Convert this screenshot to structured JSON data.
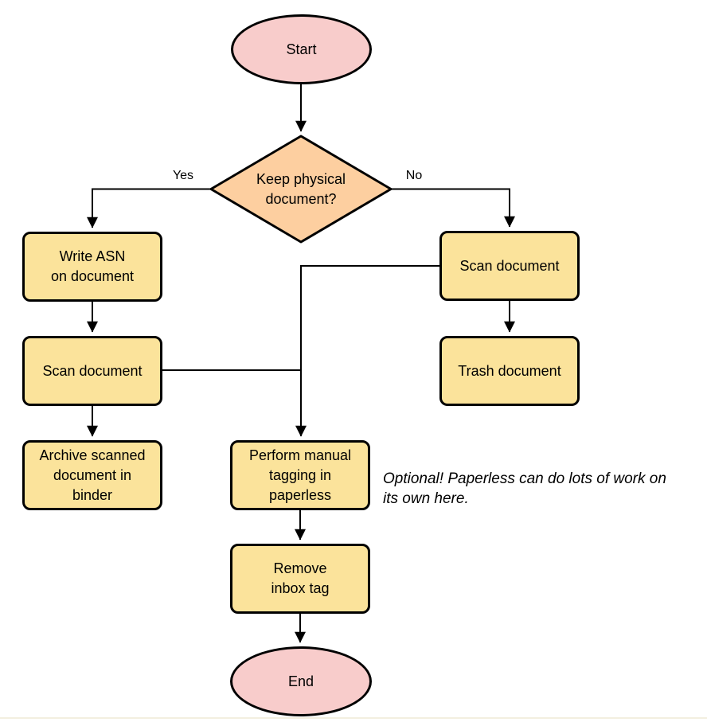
{
  "diagram": {
    "nodes": {
      "start": "Start",
      "decision": "Keep physical\ndocument?",
      "write_asn": "Write ASN\non document",
      "scan_left": "Scan document",
      "archive": "Archive scanned\ndocument in\nbinder",
      "scan_right": "Scan document",
      "trash": "Trash document",
      "tagging": "Perform manual\ntagging in\npaperless",
      "remove_inbox": "Remove\ninbox tag",
      "end": "End"
    },
    "edge_labels": {
      "yes": "Yes",
      "no": "No"
    },
    "note": "Optional! Paperless can do lots of work on\nits own here.",
    "colors": {
      "terminal_fill": "#f8cccb",
      "decision_fill": "#fdcfa0",
      "process_fill": "#fbe39b",
      "stroke": "#000000",
      "text": "#000000"
    }
  }
}
